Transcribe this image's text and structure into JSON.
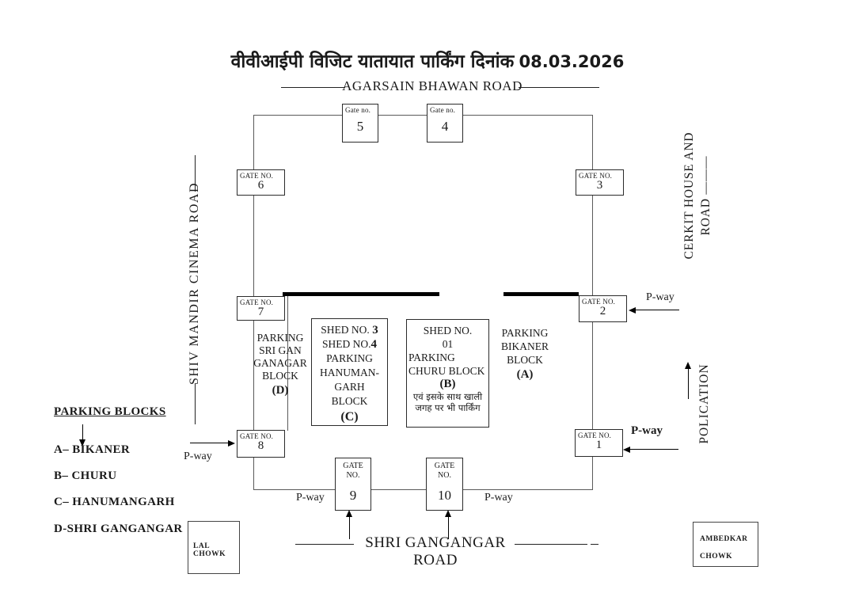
{
  "title": {
    "hindi": "वीवीआईपी विजिट यातायात पार्किंग दिनांक",
    "date": "08.03.2026"
  },
  "roads": {
    "top": "AGARSAIN BHAWAN  ROAD",
    "left": "SHIV MANDIR CINEMA ROAD",
    "right_upper": {
      "line1": "CERKIT  HOUSE  AND",
      "line2": "ROAD ———"
    },
    "right_lower": "POLICATION",
    "bottom": "SHRI GANGANGAR ROAD"
  },
  "labels": {
    "pway": "P-way"
  },
  "gates": {
    "top_small_label": "Gate no.",
    "side_label": "GATE NO.",
    "two_line_label": [
      "GATE",
      "NO."
    ],
    "numbers": {
      "g1": "1",
      "g2": "2",
      "g3": "3",
      "g4": "4",
      "g5": "5",
      "g6": "6",
      "g7": "7",
      "g8": "8",
      "g9": "9",
      "g10": "10"
    }
  },
  "parking": {
    "block_d": {
      "lines": [
        "PARKING",
        "SRI GAN",
        "GANAGAR",
        "BLOCK"
      ],
      "code": "(D)"
    },
    "shed_c": {
      "l1": "SHED NO.",
      "l1n": "3",
      "l2": "SHED NO.",
      "l2n": "4",
      "l3": "PARKING",
      "l4": "HANUMAN-",
      "l5": "GARH",
      "l6": "BLOCK",
      "code": "(C)"
    },
    "shed_b": {
      "l1": "SHED NO.",
      "l2": "01",
      "l3": "PARKING",
      "l4": "CHURU BLOCK",
      "code": "(B)",
      "h1": "एवं इसके साथ खाली",
      "h2": "जगह पर भी पार्किंग"
    },
    "block_a": {
      "lines": [
        "PARKING",
        "BIKANER",
        "BLOCK"
      ],
      "code": "(A)"
    }
  },
  "legend": {
    "title": "PARKING BLOCKS",
    "items": [
      "A– BIKANER",
      "B– CHURU",
      "C– HANUMANGARH",
      "D-SHRI GANGANGAR"
    ]
  },
  "landmarks": {
    "lal_chowk": "LAL CHOWK",
    "ambedkar": [
      "AMBEDKAR",
      "CHOWK"
    ]
  },
  "colors": {
    "ink": "#1a1a1a",
    "road_line": "#5a5a5a",
    "barrier": "#000000"
  }
}
